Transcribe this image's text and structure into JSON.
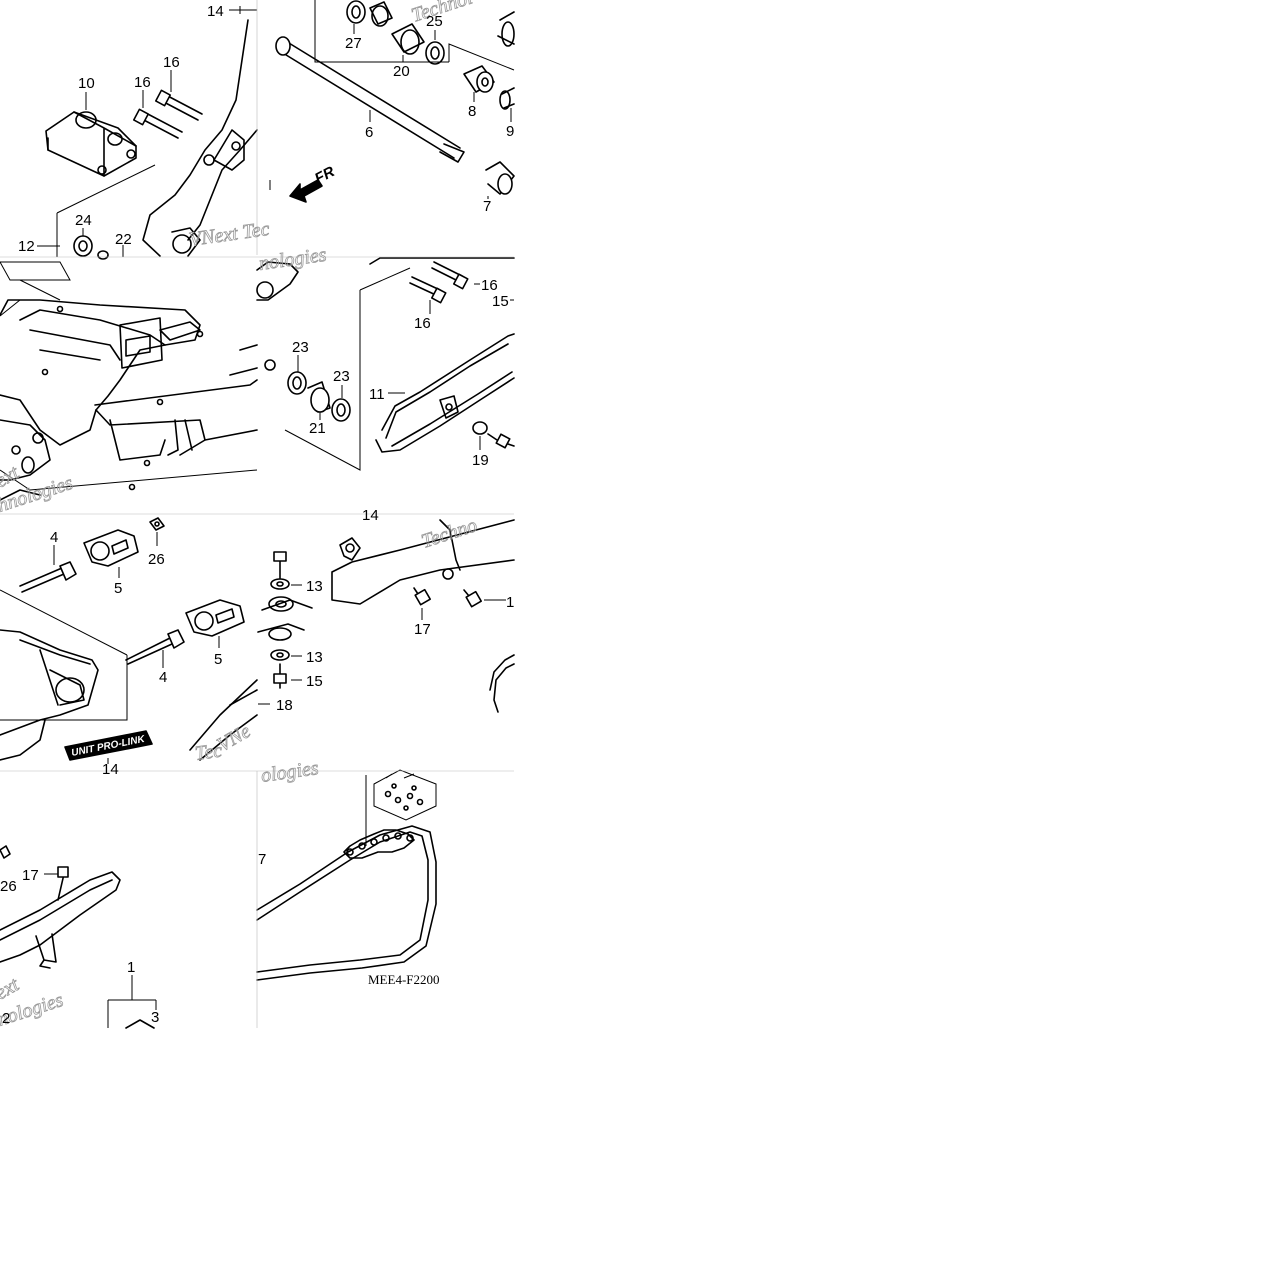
{
  "diagram": {
    "code": "MEE4-F2200",
    "fr_arrow": "FR",
    "logo": "UNIT PRO-LINK",
    "watermarks": [
      "Technol",
      "VNext Tec",
      "nologies",
      "ext",
      "hnologies",
      "Techno",
      "VNe",
      "Tec",
      "ologies",
      "ext",
      "nologies"
    ],
    "callouts": [
      {
        "id": "c14a",
        "text": "14"
      },
      {
        "id": "c10",
        "text": "10"
      },
      {
        "id": "c16a",
        "text": "16"
      },
      {
        "id": "c16b",
        "text": "16"
      },
      {
        "id": "c24",
        "text": "24"
      },
      {
        "id": "c12",
        "text": "12"
      },
      {
        "id": "c22",
        "text": "22"
      },
      {
        "id": "c27",
        "text": "27"
      },
      {
        "id": "c25",
        "text": "25"
      },
      {
        "id": "c20",
        "text": "20"
      },
      {
        "id": "c6",
        "text": "6"
      },
      {
        "id": "c8",
        "text": "8"
      },
      {
        "id": "c9",
        "text": "9"
      },
      {
        "id": "c7a",
        "text": "7"
      },
      {
        "id": "c16c",
        "text": "16"
      },
      {
        "id": "c16d",
        "text": "16"
      },
      {
        "id": "c15a",
        "text": "15"
      },
      {
        "id": "c23a",
        "text": "23"
      },
      {
        "id": "c23b",
        "text": "23"
      },
      {
        "id": "c21",
        "text": "21"
      },
      {
        "id": "c11",
        "text": "11"
      },
      {
        "id": "c19",
        "text": "19"
      },
      {
        "id": "c4a",
        "text": "4"
      },
      {
        "id": "c26a",
        "text": "26"
      },
      {
        "id": "c5a",
        "text": "5"
      },
      {
        "id": "c5b",
        "text": "5"
      },
      {
        "id": "c4b",
        "text": "4"
      },
      {
        "id": "c14b",
        "text": "14"
      },
      {
        "id": "c13a",
        "text": "13"
      },
      {
        "id": "c13b",
        "text": "13"
      },
      {
        "id": "c15b",
        "text": "15"
      },
      {
        "id": "c18",
        "text": "18"
      },
      {
        "id": "c14c",
        "text": "14"
      },
      {
        "id": "c17a",
        "text": "17"
      },
      {
        "id": "c1x",
        "text": "1"
      },
      {
        "id": "c26b",
        "text": "26"
      },
      {
        "id": "c17b",
        "text": "17"
      },
      {
        "id": "c1",
        "text": "1"
      },
      {
        "id": "c2",
        "text": "2"
      },
      {
        "id": "c3",
        "text": "3"
      },
      {
        "id": "c7b",
        "text": "7"
      }
    ]
  }
}
